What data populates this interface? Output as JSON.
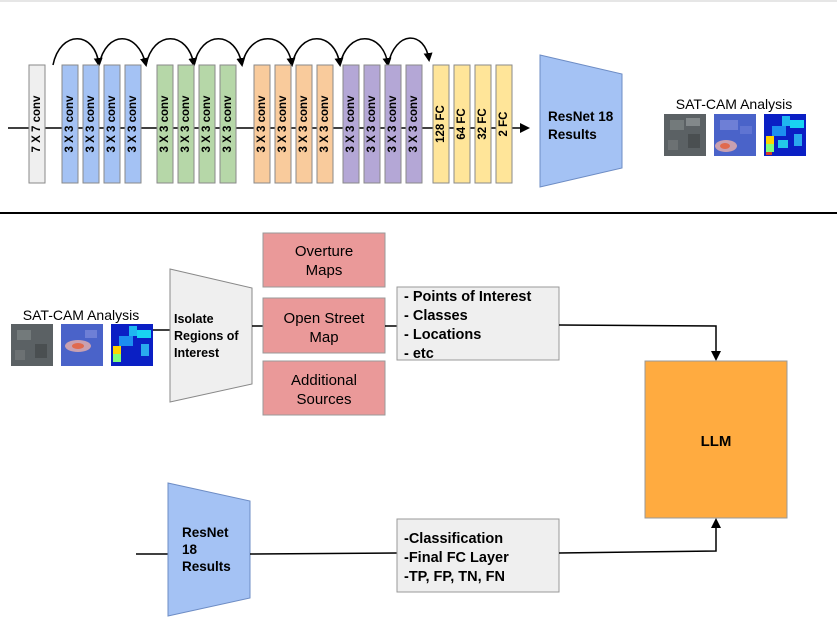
{
  "top": {
    "layers": [
      {
        "label": "7 X 7 conv",
        "color": "#efefef"
      },
      {
        "label": "3 X 3 conv",
        "color": "#a4c2f4"
      },
      {
        "label": "3 X 3 conv",
        "color": "#a4c2f4"
      },
      {
        "label": "3 X 3 conv",
        "color": "#a4c2f4"
      },
      {
        "label": "3 X 3 conv",
        "color": "#a4c2f4"
      },
      {
        "label": "3 X 3 conv",
        "color": "#b6d7a8"
      },
      {
        "label": "3 X 3 conv",
        "color": "#b6d7a8"
      },
      {
        "label": "3 X 3 conv",
        "color": "#b6d7a8"
      },
      {
        "label": "3 X 3 conv",
        "color": "#b6d7a8"
      },
      {
        "label": "3 X 3 conv",
        "color": "#f9cb9c"
      },
      {
        "label": "3 X 3 conv",
        "color": "#f9cb9c"
      },
      {
        "label": "3 X 3 conv",
        "color": "#f9cb9c"
      },
      {
        "label": "3 X 3 conv",
        "color": "#f9cb9c"
      },
      {
        "label": "3 X 3 conv",
        "color": "#b4a7d6"
      },
      {
        "label": "3 X 3 conv",
        "color": "#b4a7d6"
      },
      {
        "label": "3 X 3 conv",
        "color": "#b4a7d6"
      },
      {
        "label": "3 X 3 conv",
        "color": "#b4a7d6"
      },
      {
        "label": "128 FC",
        "color": "#ffe599"
      },
      {
        "label": "64 FC",
        "color": "#ffe599"
      },
      {
        "label": "32 FC",
        "color": "#ffe599"
      },
      {
        "label": "2 FC",
        "color": "#ffe599"
      }
    ],
    "resnet_label": [
      "ResNet 18",
      "Results"
    ],
    "satcam_title": "SAT-CAM Analysis"
  },
  "bottom": {
    "satcam_title": "SAT-CAM Analysis",
    "isolate_label": [
      "Isolate",
      "Regions of",
      "Interest"
    ],
    "sources": [
      {
        "lines": [
          "Overture",
          "Maps"
        ]
      },
      {
        "lines": [
          "Open Street",
          "Map"
        ]
      },
      {
        "lines": [
          "Additional",
          "Sources"
        ]
      }
    ],
    "poi_list": [
      "- Points of Interest",
      "- Classes",
      "- Locations",
      "- etc"
    ],
    "llm_label": "LLM",
    "resnet_label": [
      "ResNet",
      "18",
      "Results"
    ],
    "classification_list": [
      "-Classification",
      "-Final FC Layer",
      "-TP, FP, TN, FN"
    ]
  },
  "colors": {
    "source_box": "#ea9999",
    "llm_box": "#ffab40",
    "resnet": "#a4c2f4",
    "isolate": "#efefef",
    "list_box": "#efefef"
  }
}
